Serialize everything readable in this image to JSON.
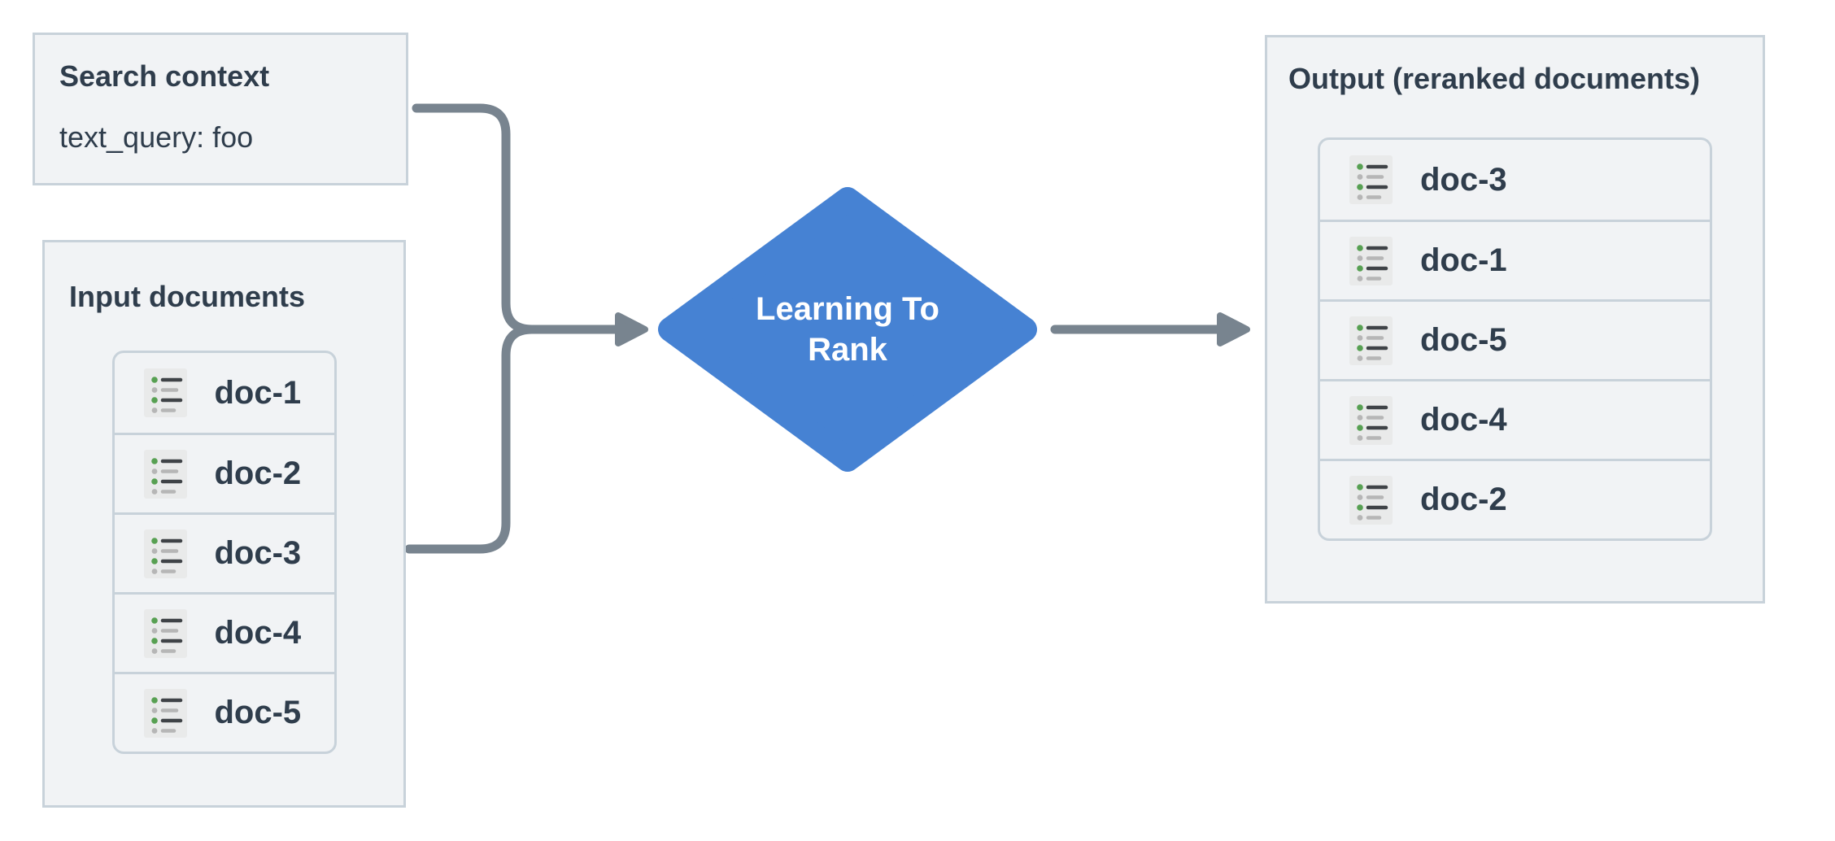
{
  "colors": {
    "node_bg": "#f1f3f5",
    "node_border": "#c8d2da",
    "text": "#2f3d4c",
    "connector": "#78848f",
    "process_fill": "#4682d3",
    "process_text": "#ffffff",
    "icon_bg": "#e9eaea",
    "icon_green": "#57a052",
    "icon_dark": "#3f4347",
    "icon_gray": "#b6b6b6"
  },
  "search_context": {
    "title": "Search context",
    "query": "text_query: foo"
  },
  "input_documents": {
    "title": "Input documents",
    "items": [
      "doc-1",
      "doc-2",
      "doc-3",
      "doc-4",
      "doc-5"
    ]
  },
  "process": {
    "label": "Learning To Rank",
    "lines": [
      "Learning To",
      "Rank"
    ]
  },
  "output_documents": {
    "title": "Output (reranked documents)",
    "items": [
      "doc-3",
      "doc-1",
      "doc-5",
      "doc-4",
      "doc-2"
    ]
  },
  "icons": {
    "doc_row_icon": "bulleted-list-icon"
  }
}
